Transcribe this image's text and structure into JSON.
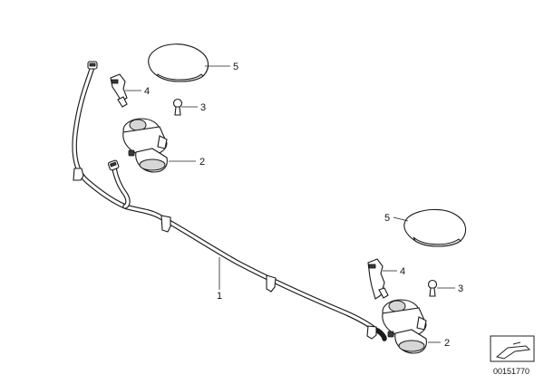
{
  "callouts": {
    "hose": "1",
    "pump_top": "2",
    "pump_bottom": "2",
    "clip_top": "3",
    "clip_bottom": "3",
    "nozzle_top": "4",
    "nozzle_bottom": "4",
    "cover_top": "5",
    "cover_bottom": "5"
  },
  "document_number": "00151770"
}
